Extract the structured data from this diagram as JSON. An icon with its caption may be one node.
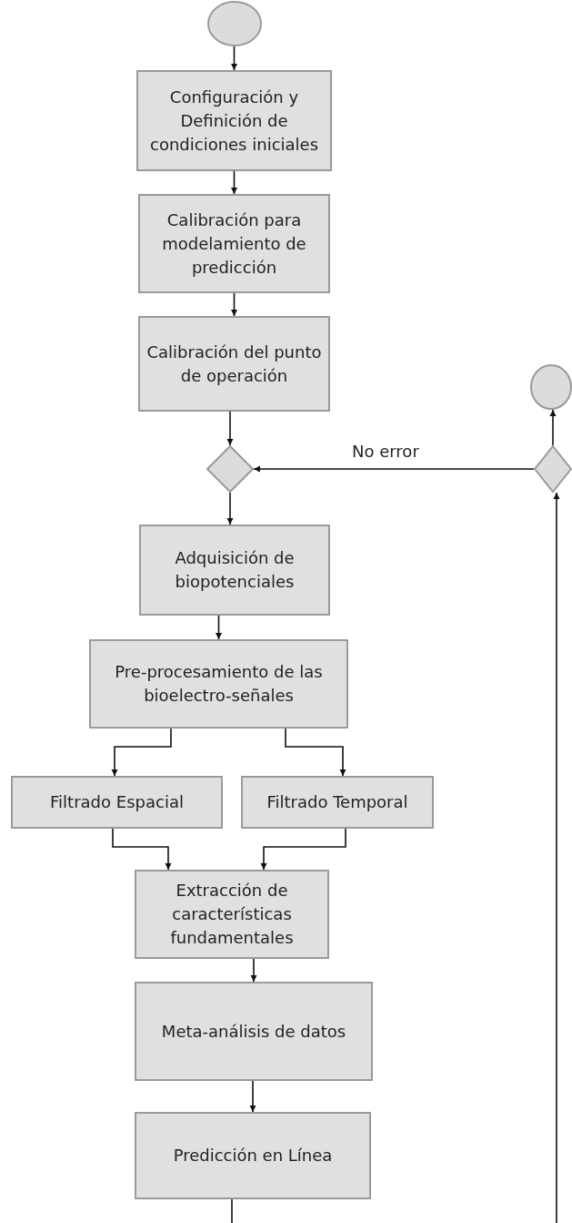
{
  "diagram": {
    "nodes": [
      {
        "text": [],
        "shape": "circle"
      },
      {
        "text": [
          "Configuración y Definición de condiciones iniciales"
        ]
      },
      {
        "text": [
          "Calibración para modelamiento de predicción"
        ]
      },
      {
        "text": [
          "Calibración del punto de operación"
        ]
      },
      {
        "text": [],
        "shape": "circle"
      },
      {
        "text": [],
        "shape": "diamond"
      },
      {
        "text": [],
        "shape": "diamond"
      },
      {
        "text": [
          "Adquisición de biopotenciales"
        ]
      },
      {
        "text": [
          "Pre-procesamiento de las bioelectro-señales"
        ]
      },
      {
        "text": [
          "Filtrado Espacial"
        ]
      },
      {
        "text": [
          "Filtrado Temporal"
        ]
      },
      {
        "text": [
          "Extracción de características fundamentales"
        ]
      },
      {
        "text": [
          "Meta-análisis de datos"
        ]
      },
      {
        "text": [
          "Predicción en Línea"
        ]
      }
    ],
    "edges": [
      {
        "from": 0,
        "to": 1,
        "arrow": "to"
      },
      {
        "from": 1,
        "to": 2,
        "arrow": "to"
      },
      {
        "from": 2,
        "to": 3,
        "arrow": "to"
      },
      {
        "from": 3,
        "to": 5,
        "arrow": "to"
      },
      {
        "from": 6,
        "to": 5,
        "arrow": "to",
        "label": "No error"
      },
      {
        "from": 6,
        "to": 4,
        "arrow": "to"
      },
      {
        "from": 5,
        "to": 7,
        "arrow": "to"
      },
      {
        "from": 7,
        "to": 8,
        "arrow": "to"
      },
      {
        "from": 8,
        "to": 9,
        "arrow": "to"
      },
      {
        "from": 8,
        "to": 10,
        "arrow": "to"
      },
      {
        "from": 9,
        "to": 11,
        "arrow": "to"
      },
      {
        "from": 10,
        "to": 11,
        "arrow": "to"
      },
      {
        "from": 11,
        "to": 12,
        "arrow": "to"
      },
      {
        "from": 12,
        "to": 13,
        "arrow": "to"
      },
      {
        "from": 13,
        "to": null,
        "arrow": "none"
      },
      {
        "from": null,
        "to": 6,
        "arrow": "to"
      }
    ]
  }
}
